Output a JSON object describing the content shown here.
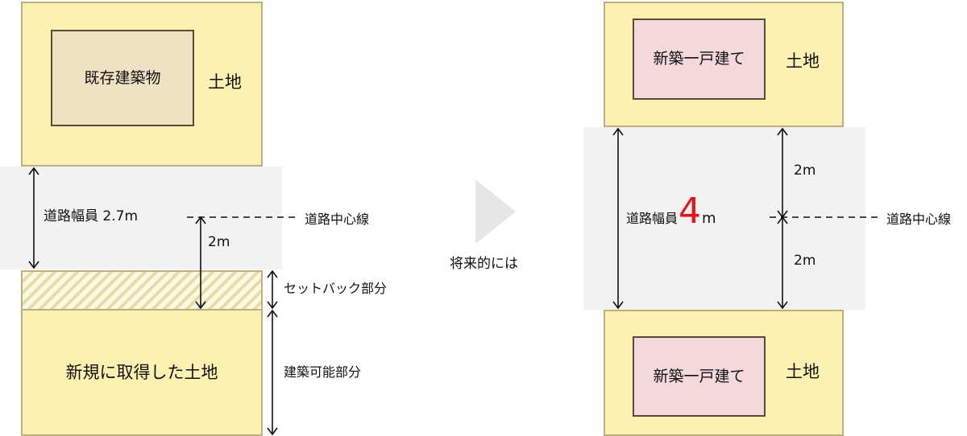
{
  "colors": {
    "land_fill": "#fcf1b0",
    "land_border": "#bfae80",
    "road_fill": "#f2f2f2",
    "existing_building_fill": "#efe1c2",
    "new_house_fill": "#f4d8dc",
    "setback_hatch": "#e6dca5",
    "arrow_symbol": "#e6e6e6",
    "highlight_red": "#e8141c"
  },
  "left": {
    "existing_building": "既存建築物",
    "land_top": "土地",
    "road_width": "道路幅員 2.7m",
    "center_line": "道路中心線",
    "dim_2m": "2m",
    "setback": "セットバック部分",
    "new_land": "新規に取得した土地",
    "buildable": "建築可能部分"
  },
  "middle": {
    "future": "将来的には"
  },
  "right": {
    "house_top": "新築一戸建て",
    "land_top": "土地",
    "dim_2m_upper": "2m",
    "road_width_prefix": "道路幅員",
    "road_width_value": "4",
    "road_width_unit": "m",
    "center_line": "道路中心線",
    "dim_2m_lower": "2m",
    "house_bottom": "新築一戸建て",
    "land_bottom": "土地"
  }
}
